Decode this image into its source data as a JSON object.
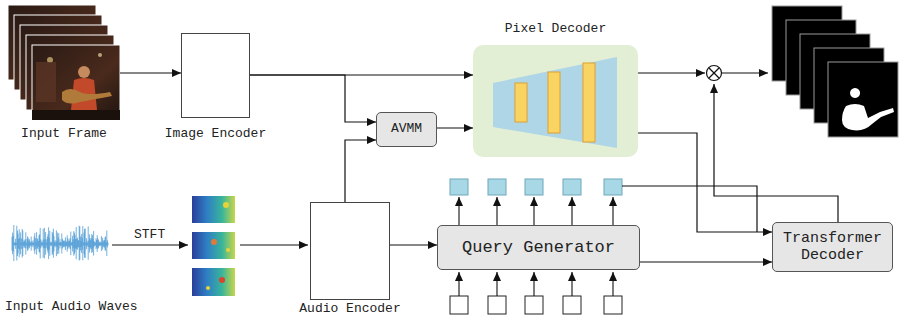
{
  "diagram": {
    "nodes": [
      {
        "text": [
          "Input Frame"
        ]
      },
      {
        "text": [
          "Image Encoder"
        ]
      },
      {
        "text": [
          "Pixel Decoder"
        ]
      },
      {
        "text": [
          "AVMM"
        ]
      },
      {
        "text": [
          "Input Audio Waves"
        ]
      },
      {
        "text": [
          "Audio Encoder"
        ]
      },
      {
        "text": [
          "Query Generator"
        ]
      },
      {
        "text": [
          "Transformer Decoder"
        ]
      }
    ],
    "edges": [
      {
        "from": 0,
        "to": 1,
        "arrow": "to"
      },
      {
        "from": 1,
        "to": 2,
        "arrow": "to"
      },
      {
        "from": 1,
        "to": 3,
        "arrow": "to"
      },
      {
        "from": 3,
        "to": 2,
        "arrow": "to"
      },
      {
        "from": 5,
        "to": 3,
        "arrow": "to"
      },
      {
        "from": 5,
        "to": 6,
        "arrow": "to"
      },
      {
        "from": 2,
        "to": 7,
        "arrow": "to"
      },
      {
        "from": 6,
        "to": 7,
        "arrow": "to"
      }
    ],
    "labels": [
      "STFT"
    ]
  }
}
